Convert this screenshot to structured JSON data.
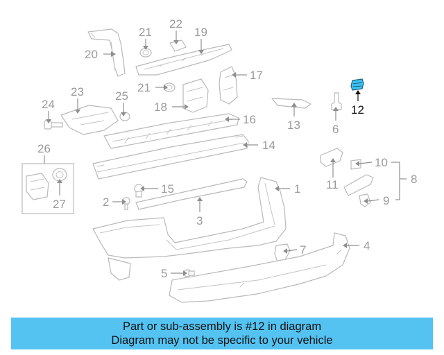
{
  "diagram": {
    "highlighted_callout": "12",
    "highlight_color": "#3fc1f0",
    "line_color": "#b9b9b9",
    "callouts": [
      {
        "id": "c1",
        "label": "1"
      },
      {
        "id": "c2",
        "label": "2"
      },
      {
        "id": "c3",
        "label": "3"
      },
      {
        "id": "c4",
        "label": "4"
      },
      {
        "id": "c5",
        "label": "5"
      },
      {
        "id": "c6",
        "label": "6"
      },
      {
        "id": "c7",
        "label": "7"
      },
      {
        "id": "c8",
        "label": "8"
      },
      {
        "id": "c9",
        "label": "9"
      },
      {
        "id": "c10",
        "label": "10"
      },
      {
        "id": "c11",
        "label": "11"
      },
      {
        "id": "c12",
        "label": "12"
      },
      {
        "id": "c13",
        "label": "13"
      },
      {
        "id": "c14",
        "label": "14"
      },
      {
        "id": "c15",
        "label": "15"
      },
      {
        "id": "c16",
        "label": "16"
      },
      {
        "id": "c17",
        "label": "17"
      },
      {
        "id": "c18",
        "label": "18"
      },
      {
        "id": "c19",
        "label": "19"
      },
      {
        "id": "c20",
        "label": "20"
      },
      {
        "id": "c21a",
        "label": "21"
      },
      {
        "id": "c21b",
        "label": "21"
      },
      {
        "id": "c22",
        "label": "22"
      },
      {
        "id": "c23",
        "label": "23"
      },
      {
        "id": "c24",
        "label": "24"
      },
      {
        "id": "c25",
        "label": "25"
      },
      {
        "id": "c26",
        "label": "26"
      },
      {
        "id": "c27",
        "label": "27"
      }
    ]
  },
  "banner": {
    "line1": "Part or sub-assembly is #12 in diagram",
    "line2": "Diagram may not be specific to your vehicle",
    "background": "#54c3f2"
  }
}
